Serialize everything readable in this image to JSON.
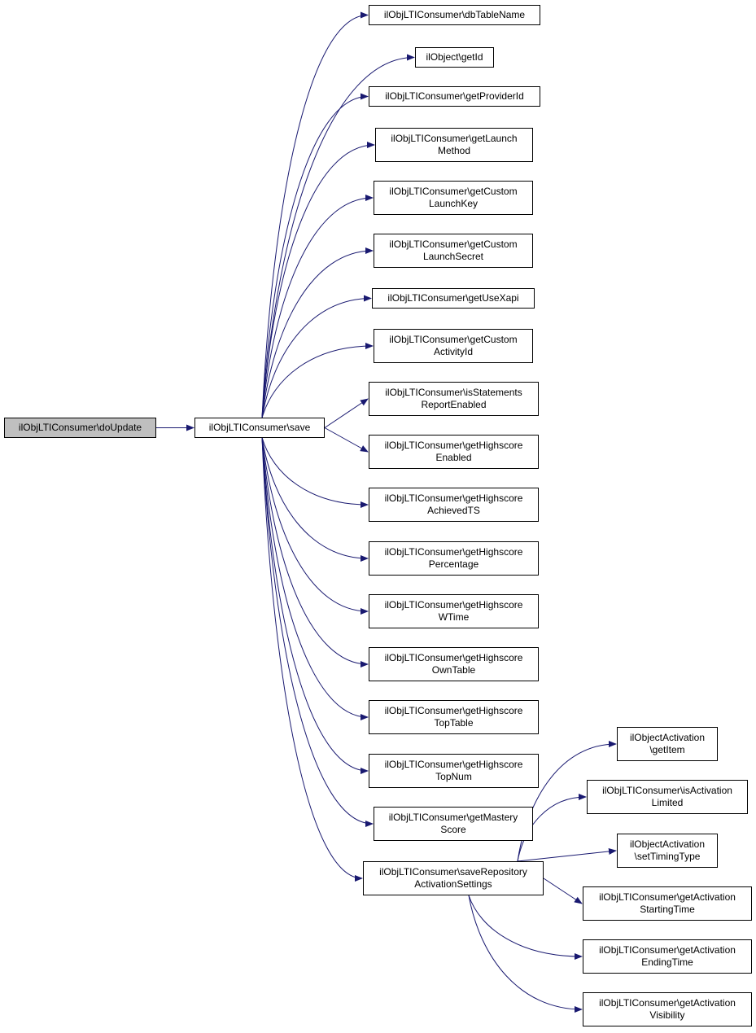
{
  "graph": {
    "root": {
      "id": "doUpdate",
      "label": "ilObjLTIConsumer\\doUpdate"
    },
    "nodes": [
      {
        "id": "save",
        "label": "ilObjLTIConsumer\\save"
      },
      {
        "id": "dbTableName",
        "label": "ilObjLTIConsumer\\dbTableName"
      },
      {
        "id": "getId",
        "label": "ilObject\\getId"
      },
      {
        "id": "getProviderId",
        "label": "ilObjLTIConsumer\\getProviderId"
      },
      {
        "id": "getLaunchMethod",
        "label": "ilObjLTIConsumer\\getLaunch\nMethod"
      },
      {
        "id": "getCustomLaunchKey",
        "label": "ilObjLTIConsumer\\getCustom\nLaunchKey"
      },
      {
        "id": "getCustomLaunchSecret",
        "label": "ilObjLTIConsumer\\getCustom\nLaunchSecret"
      },
      {
        "id": "getUseXapi",
        "label": "ilObjLTIConsumer\\getUseXapi"
      },
      {
        "id": "getCustomActivityId",
        "label": "ilObjLTIConsumer\\getCustom\nActivityId"
      },
      {
        "id": "isStatementsReportEnabled",
        "label": "ilObjLTIConsumer\\isStatements\nReportEnabled"
      },
      {
        "id": "getHighscoreEnabled",
        "label": "ilObjLTIConsumer\\getHighscore\nEnabled"
      },
      {
        "id": "getHighscoreAchievedTS",
        "label": "ilObjLTIConsumer\\getHighscore\nAchievedTS"
      },
      {
        "id": "getHighscorePercentage",
        "label": "ilObjLTIConsumer\\getHighscore\nPercentage"
      },
      {
        "id": "getHighscoreWTime",
        "label": "ilObjLTIConsumer\\getHighscore\nWTime"
      },
      {
        "id": "getHighscoreOwnTable",
        "label": "ilObjLTIConsumer\\getHighscore\nOwnTable"
      },
      {
        "id": "getHighscoreTopTable",
        "label": "ilObjLTIConsumer\\getHighscore\nTopTable"
      },
      {
        "id": "getHighscoreTopNum",
        "label": "ilObjLTIConsumer\\getHighscore\nTopNum"
      },
      {
        "id": "getMasteryScore",
        "label": "ilObjLTIConsumer\\getMastery\nScore"
      },
      {
        "id": "saveRepositoryActivationSettings",
        "label": "ilObjLTIConsumer\\saveRepository\nActivationSettings"
      },
      {
        "id": "getItem",
        "label": "ilObjectActivation\n\\getItem"
      },
      {
        "id": "isActivationLimited",
        "label": "ilObjLTIConsumer\\isActivation\nLimited"
      },
      {
        "id": "setTimingType",
        "label": "ilObjectActivation\n\\setTimingType"
      },
      {
        "id": "getActivationStartingTime",
        "label": "ilObjLTIConsumer\\getActivation\nStartingTime"
      },
      {
        "id": "getActivationEndingTime",
        "label": "ilObjLTIConsumer\\getActivation\nEndingTime"
      },
      {
        "id": "getActivationVisibility",
        "label": "ilObjLTIConsumer\\getActivation\nVisibility"
      }
    ],
    "edges": [
      [
        "doUpdate",
        "save"
      ],
      [
        "save",
        "dbTableName"
      ],
      [
        "save",
        "getId"
      ],
      [
        "save",
        "getProviderId"
      ],
      [
        "save",
        "getLaunchMethod"
      ],
      [
        "save",
        "getCustomLaunchKey"
      ],
      [
        "save",
        "getCustomLaunchSecret"
      ],
      [
        "save",
        "getUseXapi"
      ],
      [
        "save",
        "getCustomActivityId"
      ],
      [
        "save",
        "isStatementsReportEnabled"
      ],
      [
        "save",
        "getHighscoreEnabled"
      ],
      [
        "save",
        "getHighscoreAchievedTS"
      ],
      [
        "save",
        "getHighscorePercentage"
      ],
      [
        "save",
        "getHighscoreWTime"
      ],
      [
        "save",
        "getHighscoreOwnTable"
      ],
      [
        "save",
        "getHighscoreTopTable"
      ],
      [
        "save",
        "getHighscoreTopNum"
      ],
      [
        "save",
        "getMasteryScore"
      ],
      [
        "save",
        "saveRepositoryActivationSettings"
      ],
      [
        "saveRepositoryActivationSettings",
        "getItem"
      ],
      [
        "saveRepositoryActivationSettings",
        "isActivationLimited"
      ],
      [
        "saveRepositoryActivationSettings",
        "setTimingType"
      ],
      [
        "saveRepositoryActivationSettings",
        "getActivationStartingTime"
      ],
      [
        "saveRepositoryActivationSettings",
        "getActivationEndingTime"
      ],
      [
        "saveRepositoryActivationSettings",
        "getActivationVisibility"
      ]
    ],
    "colors": {
      "edge": "#191970",
      "root_fill": "#bfbfbf",
      "node_fill": "#ffffff",
      "border": "#000000"
    }
  }
}
